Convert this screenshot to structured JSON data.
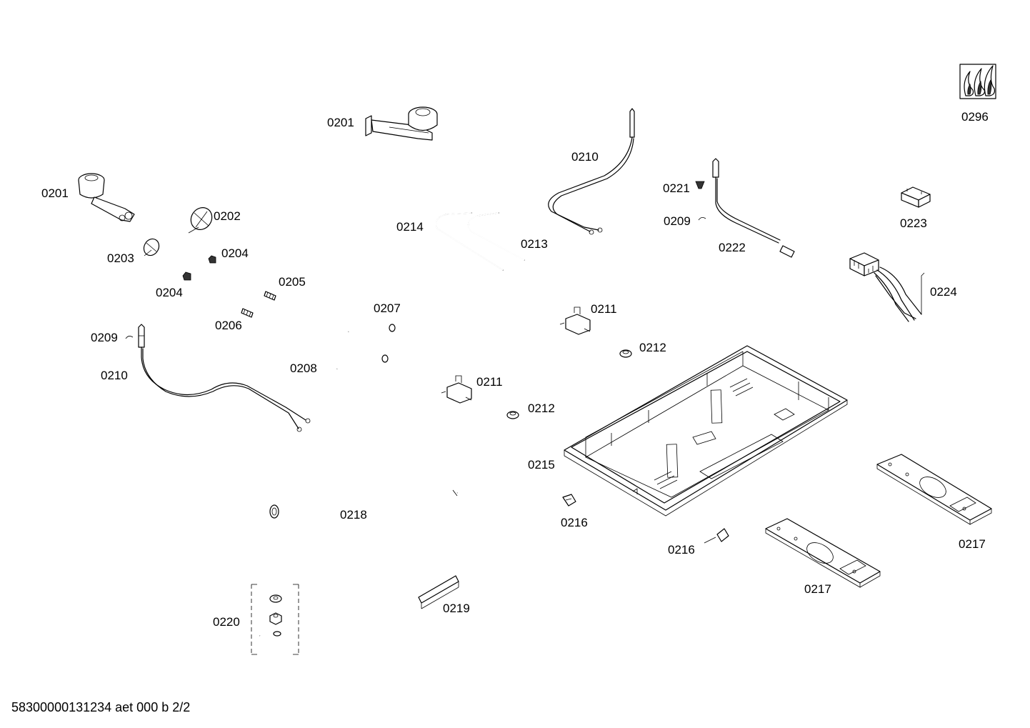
{
  "labels": {
    "l0201a": "0201",
    "l0201b": "0201",
    "l0202": "0202",
    "l0203": "0203",
    "l0204a": "0204",
    "l0204b": "0204",
    "l0205": "0205",
    "l0206": "0206",
    "l0207": "0207",
    "l0208": "0208",
    "l0209a": "0209",
    "l0209b": "0209",
    "l0210a": "0210",
    "l0210b": "0210",
    "l0211a": "0211",
    "l0211b": "0211",
    "l0212a": "0212",
    "l0212b": "0212",
    "l0213": "0213",
    "l0214": "0214",
    "l0215": "0215",
    "l0216a": "0216",
    "l0216b": "0216",
    "l0217a": "0217",
    "l0217b": "0217",
    "l0218": "0218",
    "l0219": "0219",
    "l0220": "0220",
    "l0221": "0221",
    "l0222": "0222",
    "l0223": "0223",
    "l0224": "0224",
    "l0296": "0296"
  },
  "footer": "58300000131234 aet 000 b 2/2"
}
